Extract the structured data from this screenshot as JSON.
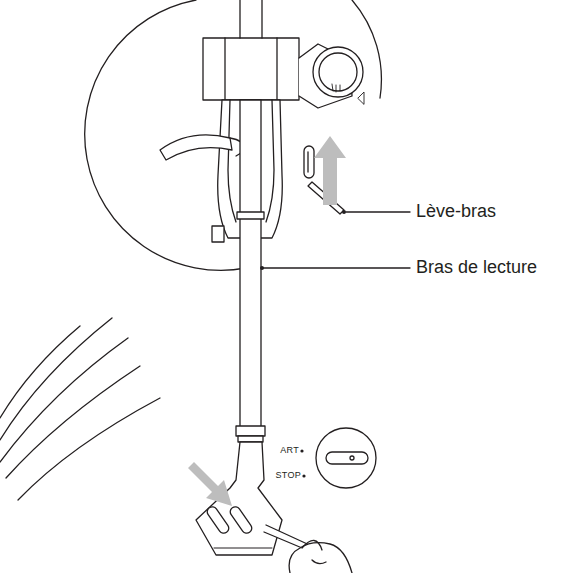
{
  "diagram": {
    "labels": [
      "Lève-bras",
      "Bras de lecture",
      "ART",
      "STOP"
    ]
  }
}
